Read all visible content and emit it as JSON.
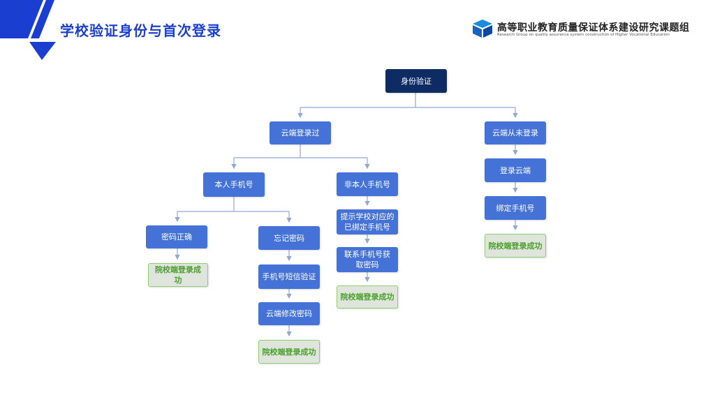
{
  "header": {
    "title": "学校验证身份与首次登录",
    "org_name": "高等职业教育质量保证体系建设研究课题组",
    "org_sub": "Research Group on quality assurance system construction of Higher Vocational Education"
  },
  "diagram": {
    "root": "身份验证",
    "branch_cloud_logged": "云端登录过",
    "branch_cloud_never": "云端从未登录",
    "own_phone": "本人手机号",
    "not_own_phone": "非本人手机号",
    "password_correct": "密码正确",
    "forgot_password": "忘记密码",
    "sms_verify": "手机号短信验证",
    "cloud_change_password": "云端修改密码",
    "hint_line1": "提示学校对应的",
    "hint_line2": "已绑定手机号",
    "contact_line1": "联系手机号获",
    "contact_line2": "取密码",
    "login_cloud": "登录云端",
    "bind_phone": "绑定手机号",
    "success_label": "院校端登录成功"
  },
  "colors": {
    "title": "#1a3fd0",
    "node": "#4472d6",
    "root_node": "#0f2b63",
    "success_text": "#4aa02c",
    "success_bg": "#dfe4dc",
    "connector": "#8fa8d8"
  }
}
